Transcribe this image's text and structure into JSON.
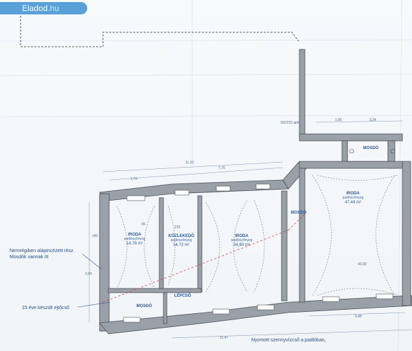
{
  "badge": {
    "brand": "Eladod",
    "tld": ".hu"
  },
  "rooms": [
    {
      "name": "IRODA",
      "sub": "padlószőnyeg",
      "area": "14,78 m²"
    },
    {
      "name": "KÖZLEKEDŐ",
      "sub": "padlószőnyeg",
      "area": "14,72 m²"
    },
    {
      "name": "IRODA",
      "sub": "padlószőnyeg",
      "area": "34,80 m²"
    },
    {
      "name": "IRODA",
      "sub": "padlószőnyeg",
      "area": "47,44 m²"
    },
    {
      "name": "MOSDÓ",
      "sub": "",
      "area": ""
    },
    {
      "name": "MOSDÓ",
      "sub": "",
      "area": ""
    },
    {
      "name": "MOSDÓ",
      "sub": "",
      "area": ""
    },
    {
      "name": "LÉPCSŐ",
      "sub": "",
      "area": ""
    }
  ],
  "notes": {
    "n1_line1": "Nemrégiben alápincézett rész.",
    "n1_line2": "Mosdók vannak itt",
    "n2": "15 éve készült ejtőcső",
    "n3": "Nyomott szennyvízcső a padlóban,",
    "n4": "162/225 ajtó"
  },
  "dims": {
    "d1": "11,23",
    "d2": "7,75",
    "d3": "1,85",
    "d4": "3,24",
    "d5": "5,48",
    "d6": "11,47",
    "d7": "140",
    "d8": "2,60",
    "d9": "210",
    "d10": "90",
    "d11": "40,00",
    "d12": "1,74"
  },
  "colors": {
    "badge": "#5aa0d8",
    "ink": "#3a3f46",
    "blue": "#2a5b9a",
    "red": "#e04040"
  }
}
